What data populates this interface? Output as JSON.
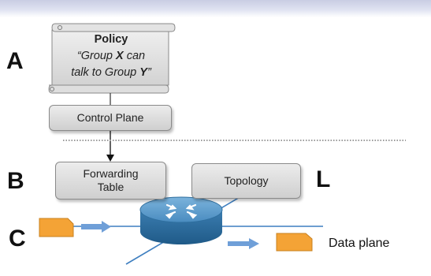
{
  "labels": {
    "a": "A",
    "b": "B",
    "c": "C",
    "l": "L"
  },
  "policy": {
    "title": "Policy",
    "quote_pre1": "“Group ",
    "quote_var1": "X",
    "quote_post1": " can",
    "quote_line2_pre": "talk to Group ",
    "quote_var2": "Y",
    "quote_close": "”"
  },
  "boxes": {
    "control_plane": "Control Plane",
    "forwarding_line1": "Forwarding",
    "forwarding_line2": "Table",
    "topology": "Topology"
  },
  "data_plane_label": "Data plane",
  "colors": {
    "box_fill": "#dcdcdc",
    "router_top": "#4f8fbd",
    "router_side": "#2f6f9f",
    "packet": "#f4a336",
    "flow_arrow": "#6f9fd8",
    "wire": "#3f7fc0"
  }
}
